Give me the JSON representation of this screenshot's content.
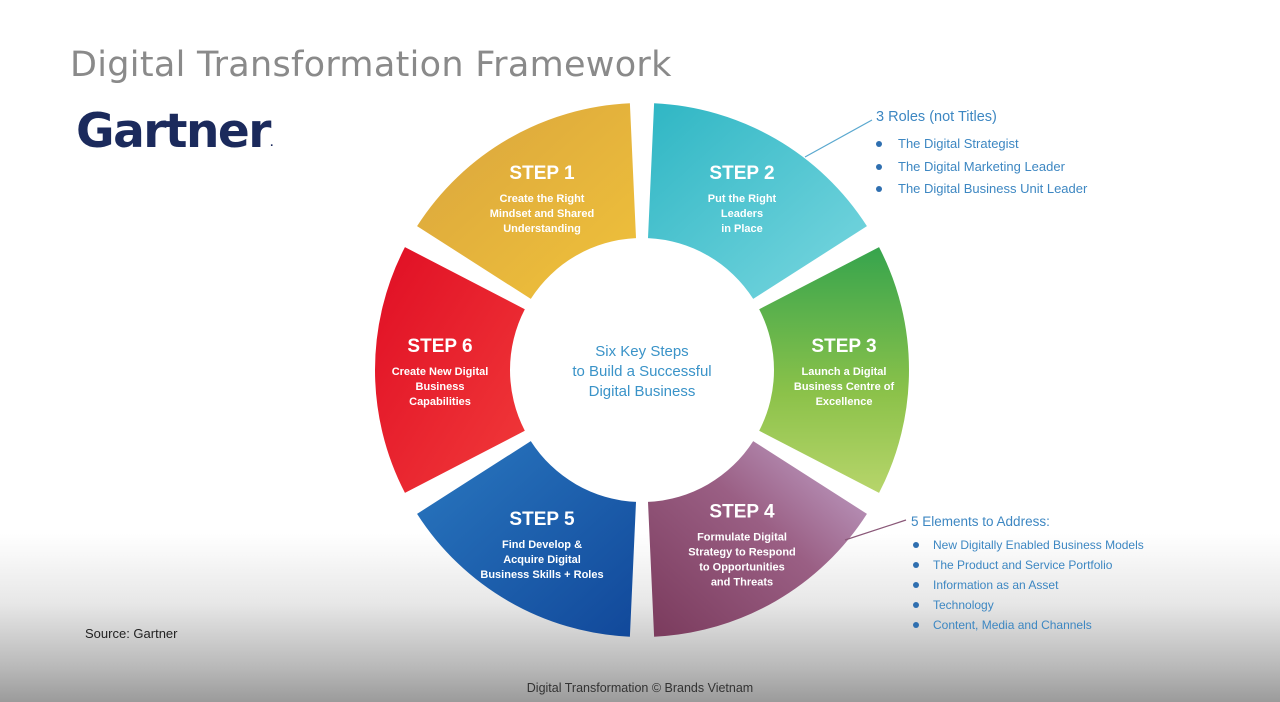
{
  "slide": {
    "title": "Digital Transformation Framework",
    "logo_text": "Gartner",
    "logo_mark": "."
  },
  "diagram": {
    "center_lines": [
      "Six Key Steps",
      "to Build a Successful",
      "Digital Business"
    ],
    "steps": [
      {
        "label": "STEP 1",
        "lines": [
          "Create the Right",
          "Mindset and Shared",
          "Understanding"
        ],
        "color": "#e1b13e"
      },
      {
        "label": "STEP 2",
        "lines": [
          "Put the Right",
          "Leaders",
          "in Place"
        ],
        "color": "#4cc4cf"
      },
      {
        "label": "STEP 3",
        "lines": [
          "Launch a Digital",
          "Business Centre of",
          "Excellence"
        ],
        "color": "#79bd4d"
      },
      {
        "label": "STEP 4",
        "lines": [
          "Formulate Digital",
          "Strategy to Respond",
          "to Opportunities",
          "and Threats"
        ],
        "color": "#9a5f84"
      },
      {
        "label": "STEP 5",
        "lines": [
          "Find Develop &",
          "Acquire Digital",
          "Business Skills + Roles"
        ],
        "color": "#1d5ea8"
      },
      {
        "label": "STEP 6",
        "lines": [
          "Create New Digital",
          "Business",
          "Capabilities"
        ],
        "color": "#e3132a"
      }
    ]
  },
  "callouts": {
    "roles": {
      "title": "3 Roles (not Titles)",
      "items": [
        "The Digital Strategist",
        "The Digital Marketing Leader",
        "The Digital Business Unit Leader"
      ]
    },
    "elements": {
      "title": "5 Elements to Address:",
      "items": [
        "New Digitally Enabled Business Models",
        "The Product and Service Portfolio",
        "Information as an Asset",
        "Technology",
        "Content, Media and Channels"
      ]
    }
  },
  "footer": {
    "source": "Source: Gartner",
    "copyright": "Digital Transformation © Brands Vietnam"
  }
}
